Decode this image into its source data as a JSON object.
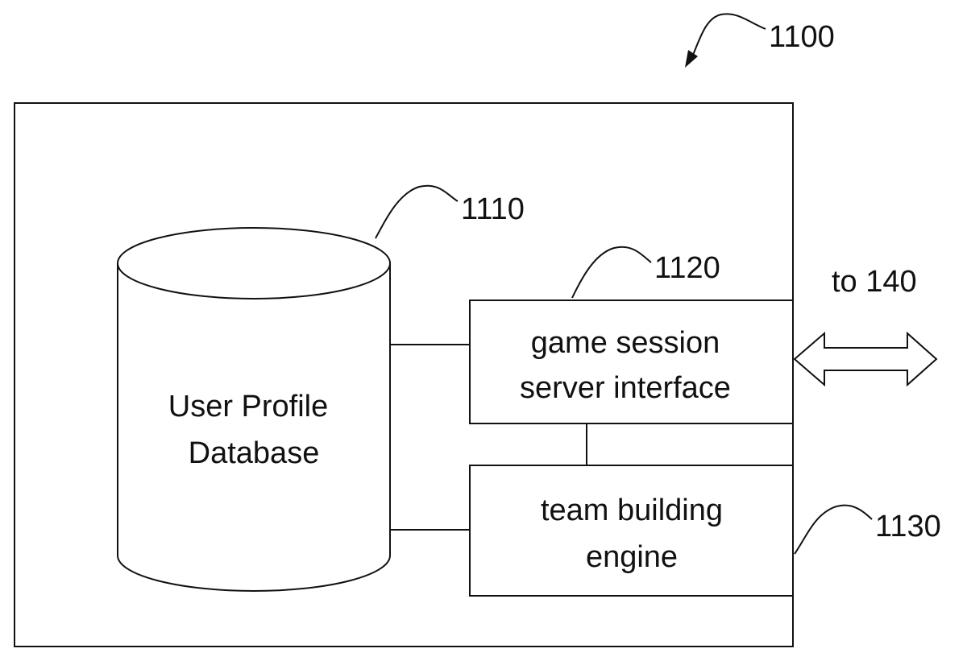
{
  "figure": {
    "system_ref": "1100",
    "database": {
      "ref": "1110",
      "line1": "User Profile",
      "line2": "Database"
    },
    "server_interface": {
      "ref": "1120",
      "line1": "game session",
      "line2": "server interface"
    },
    "team_engine": {
      "ref": "1130",
      "line1": "team building",
      "line2": "engine"
    },
    "external_link": {
      "label": "to 140"
    }
  }
}
